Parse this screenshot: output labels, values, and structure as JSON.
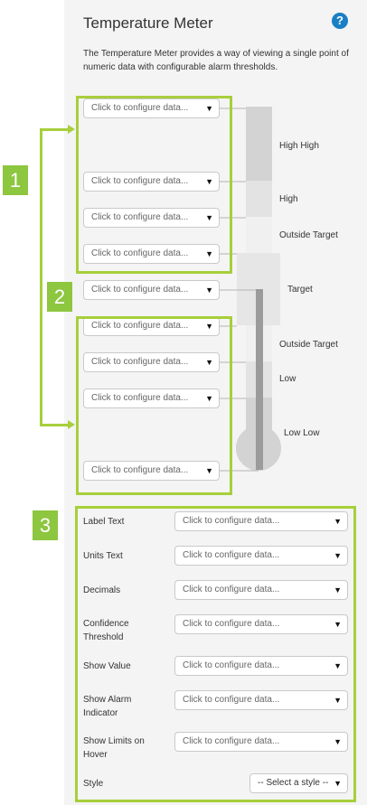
{
  "header": {
    "title": "Temperature Meter",
    "help_icon": "?",
    "description": "The Temperature Meter provides a way of viewing a single point of numeric data with configurable alarm thresholds."
  },
  "config_placeholder": "Click to configure data...",
  "config_placeholder_short": "Click to configure data...",
  "zones": {
    "high_high": "High High",
    "high": "High",
    "outside_target_top": "Outside Target",
    "target": "Target",
    "outside_target_bottom": "Outside Target",
    "low": "Low",
    "low_low": "Low Low"
  },
  "callouts": {
    "one": "1",
    "two": "2",
    "three": "3"
  },
  "properties": [
    {
      "label": "Label Text",
      "value": "Click to configure data..."
    },
    {
      "label": "Units Text",
      "value": "Click to configure data..."
    },
    {
      "label": "Decimals",
      "value": "Click to configure data..."
    },
    {
      "label": "Confidence Threshold",
      "value": "Click to configure data..."
    },
    {
      "label": "Show Value",
      "value": "Click to configure data..."
    },
    {
      "label": "Show Alarm Indicator",
      "value": "Click to configure data..."
    },
    {
      "label": "Show Limits on Hover",
      "value": "Click to configure data..."
    },
    {
      "label": "Style",
      "value": "-- Select a style --"
    }
  ],
  "colors": {
    "callout_green": "#8dc63f",
    "panel": "#f4f4f4",
    "help_blue": "#1a7fc4"
  }
}
